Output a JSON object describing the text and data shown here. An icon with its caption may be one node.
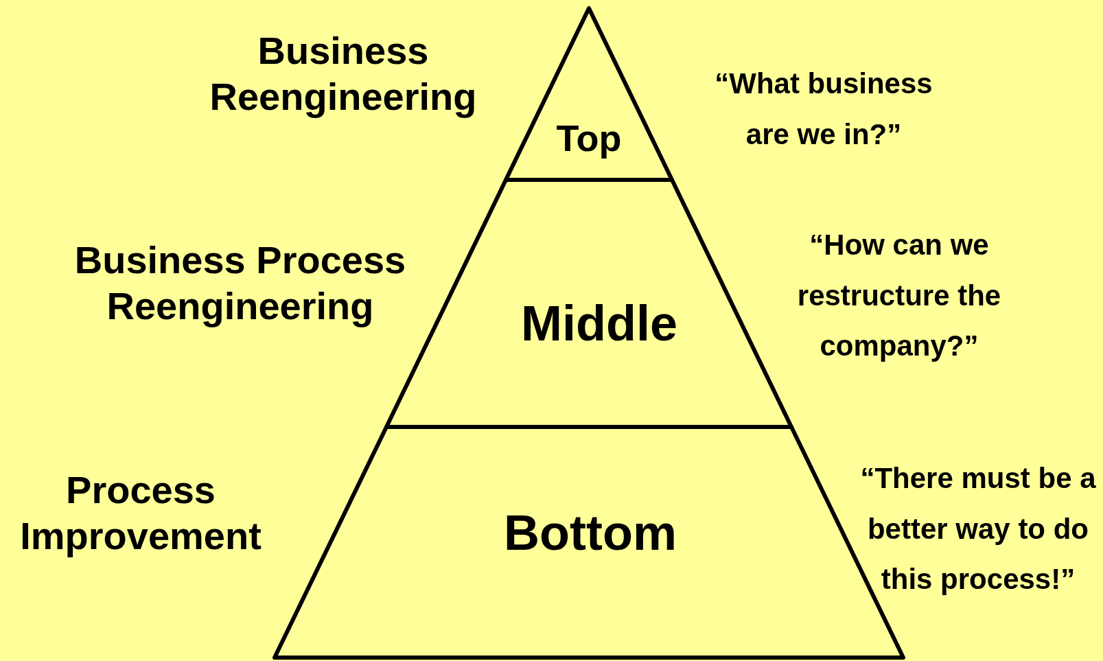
{
  "diagram": {
    "nodes": [
      {
        "text": [
          "Top"
        ],
        "beside": [
          "Business Reengineering",
          "“What business are we in?”"
        ]
      },
      {
        "text": [
          "Middle"
        ],
        "beside": [
          "Business Process Reengineering",
          "“How can we restructure the company?”"
        ]
      },
      {
        "text": [
          "Bottom"
        ],
        "beside": [
          "Process Improvement",
          "“There must be a better way to do this process!”"
        ]
      }
    ],
    "edges": []
  }
}
